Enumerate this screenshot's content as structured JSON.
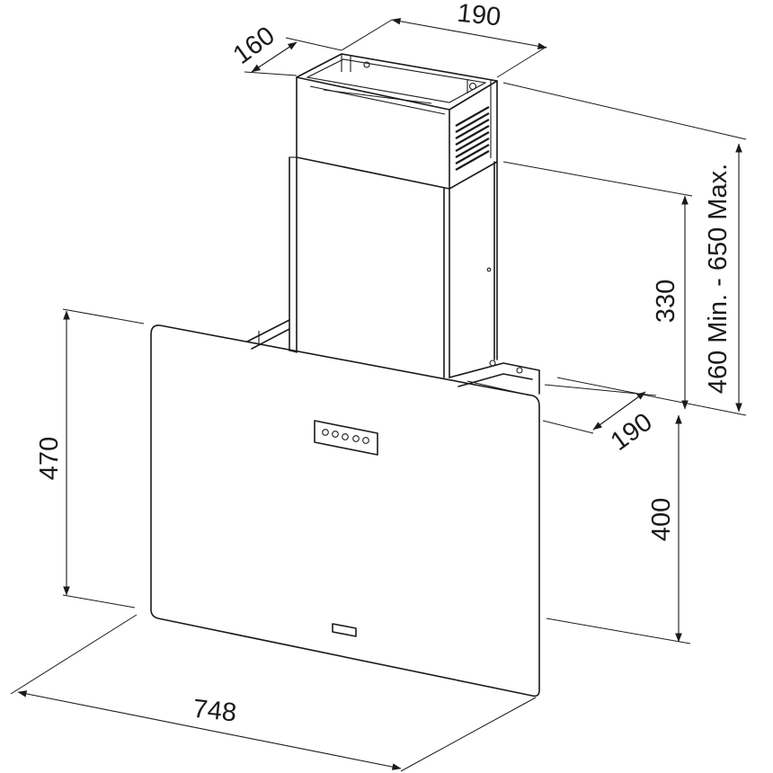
{
  "dimensions": {
    "chimney_width": "190",
    "chimney_depth": "160",
    "upper_chimney_height": "330",
    "total_height_range": "460 Min. - 650 Max.",
    "bracket_depth": "190",
    "hood_height": "470",
    "chimney_to_hood_height": "400",
    "hood_width": "748"
  }
}
